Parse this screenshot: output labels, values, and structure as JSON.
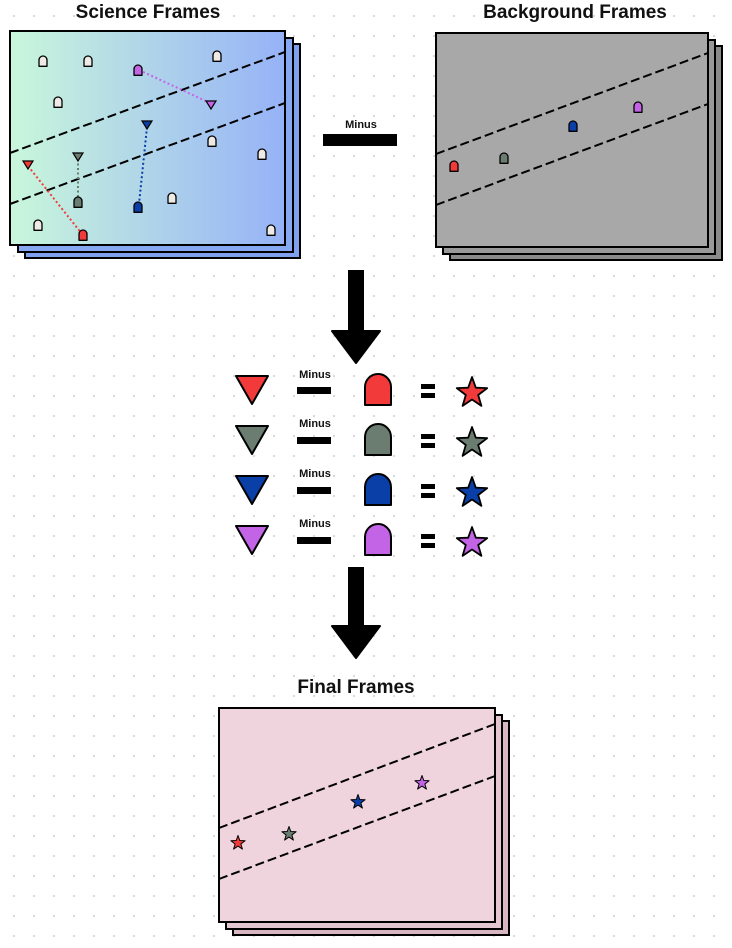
{
  "titles": {
    "science": "Science Frames",
    "background": "Background Frames",
    "final": "Final Frames"
  },
  "operators": {
    "minus": "Minus",
    "equals": "="
  },
  "colors": {
    "red": "#f23a3a",
    "gray": "#6a7d70",
    "blue": "#0a3fa8",
    "purple": "#c364e6",
    "white_marker": "#eeeae6",
    "background_frame": "#a8a8a8",
    "final_frame": "#efd4dd",
    "science_gradient_start": "#c9f7db",
    "science_gradient_end": "#96b2f7"
  },
  "legend_rows": [
    {
      "color_key": "red",
      "triangle_icon": "down-triangle-icon",
      "marker_icon": "arch-marker-icon",
      "result_icon": "star-icon"
    },
    {
      "color_key": "gray",
      "triangle_icon": "down-triangle-icon",
      "marker_icon": "arch-marker-icon",
      "result_icon": "star-icon"
    },
    {
      "color_key": "blue",
      "triangle_icon": "down-triangle-icon",
      "marker_icon": "arch-marker-icon",
      "result_icon": "star-icon"
    },
    {
      "color_key": "purple",
      "triangle_icon": "down-triangle-icon",
      "marker_icon": "arch-marker-icon",
      "result_icon": "star-icon"
    }
  ],
  "arrow_icon": "down-arrow-icon"
}
